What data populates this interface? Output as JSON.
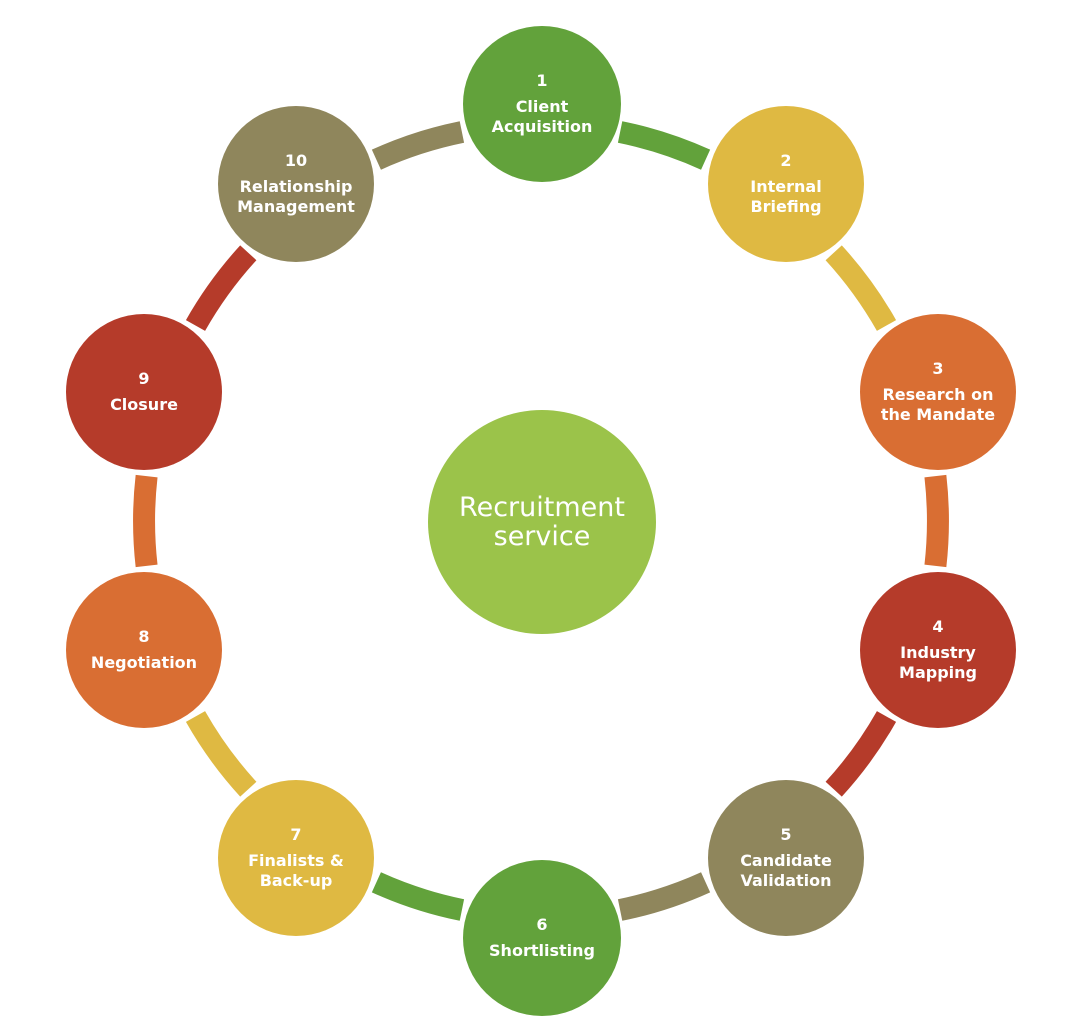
{
  "center": {
    "label": "Recruitment\nservice",
    "color": "#9bc34a"
  },
  "steps": [
    {
      "number": "1",
      "label": "Client\nAcquisition",
      "color": "#62a23b"
    },
    {
      "number": "2",
      "label": "Internal\nBriefing",
      "color": "#dfb942"
    },
    {
      "number": "3",
      "label": "Research on\nthe Mandate",
      "color": "#d96e33"
    },
    {
      "number": "4",
      "label": "Industry\nMapping",
      "color": "#b53b2a"
    },
    {
      "number": "5",
      "label": "Candidate\nValidation",
      "color": "#8f865c"
    },
    {
      "number": "6",
      "label": "Shortlisting",
      "color": "#62a23b"
    },
    {
      "number": "7",
      "label": "Finalists &\nBack-up",
      "color": "#dfb942"
    },
    {
      "number": "8",
      "label": "Negotiation",
      "color": "#d96e33"
    },
    {
      "number": "9",
      "label": "Closure",
      "color": "#b53b2a"
    },
    {
      "number": "10",
      "label": "Relationship\nManagement",
      "color": "#8f865c"
    }
  ]
}
